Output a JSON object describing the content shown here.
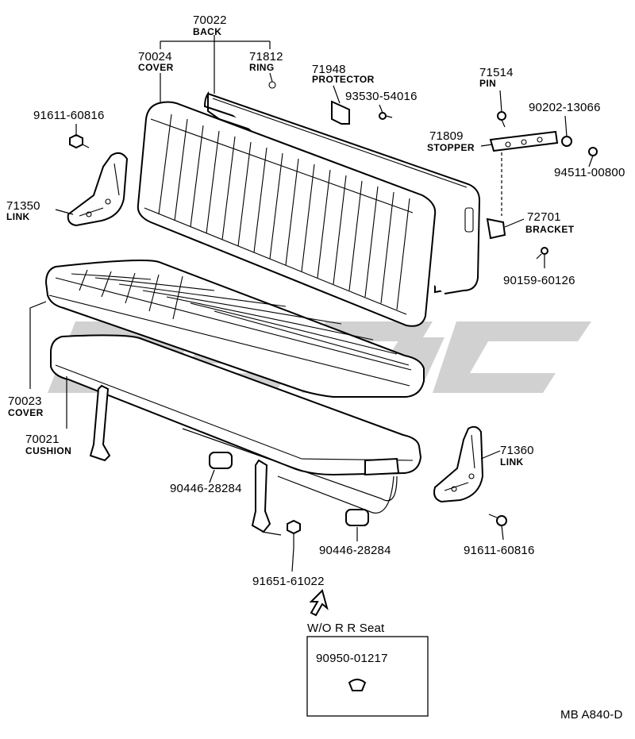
{
  "colors": {
    "ink": "#000000",
    "watermark": "#c9c9c9",
    "paper": "#ffffff"
  },
  "parts": {
    "p70022": {
      "number": "70022",
      "label": "BACK"
    },
    "p70024": {
      "number": "70024",
      "label": "COVER"
    },
    "p71812": {
      "number": "71812",
      "label": "RING"
    },
    "p71948": {
      "number": "71948",
      "label": "PROTECTOR"
    },
    "p93530": {
      "number": "93530-54016"
    },
    "p71514": {
      "number": "71514",
      "label": "PIN"
    },
    "p90202": {
      "number": "90202-13066"
    },
    "p91611a": {
      "number": "91611-60816"
    },
    "p71809": {
      "number": "71809",
      "label": "STOPPER"
    },
    "p94511": {
      "number": "94511-00800"
    },
    "p71350": {
      "number": "71350",
      "label": "LINK"
    },
    "p72701": {
      "number": "72701",
      "label": "BRACKET"
    },
    "p90159": {
      "number": "90159-60126"
    },
    "p70023": {
      "number": "70023",
      "label": "COVER"
    },
    "p70021": {
      "number": "70021",
      "label": "CUSHION"
    },
    "p71360": {
      "number": "71360",
      "label": "LINK"
    },
    "p90446a": {
      "number": "90446-28284"
    },
    "p90446b": {
      "number": "90446-28284"
    },
    "p91611b": {
      "number": "91611-60816"
    },
    "p91651": {
      "number": "91651-61022"
    }
  },
  "inset": {
    "title": "W/O R R Seat",
    "part_number": "90950-01217"
  },
  "footer": {
    "ref": "MB  A840-D"
  }
}
